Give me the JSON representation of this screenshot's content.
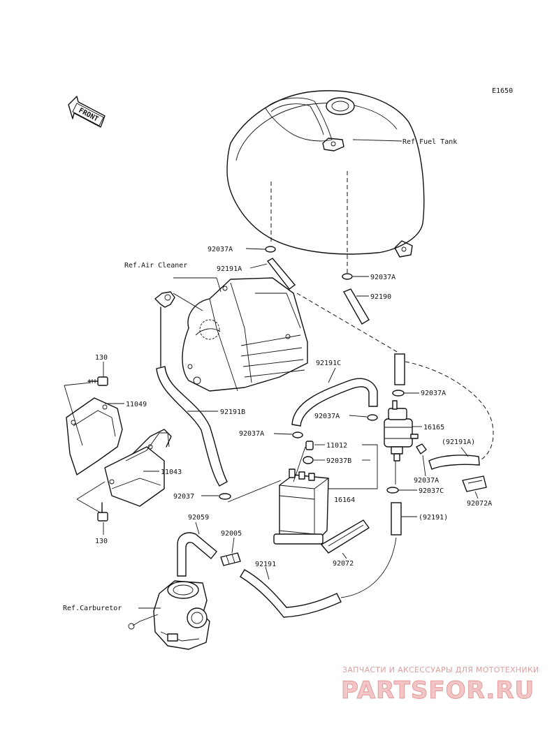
{
  "diagram_code": "E1650",
  "front_label": "FRONT",
  "watermark": {
    "caption": "ЗАПЧАСТИ И АКСЕССУАРЫ ДЛЯ МОТОТЕХНИКИ",
    "brand": "PARTSFOR.RU"
  },
  "labels": {
    "fuel_tank": "Ref.Fuel Tank",
    "air_cleaner": "Ref.Air Cleaner",
    "carburetor": "Ref.Carburetor",
    "p92037a_1": "92037A",
    "p92191a": "92191A",
    "p92037a_2": "92037A",
    "p92190": "92190",
    "p130_top": "130",
    "p11049": "11049",
    "p92191c": "92191C",
    "p92037a_3": "92037A",
    "p16165": "16165",
    "p92037a_4": "92037A",
    "p92191b": "92191B",
    "p92037a_5": "92037A",
    "p11012": "11012",
    "p92037b": "92037B",
    "p92191a_paren": "(92191A)",
    "p11043": "11043",
    "p92037a_6": "92037A",
    "p92037c": "92037C",
    "p92072a": "92072A",
    "p92037": "92037",
    "p16164": "16164",
    "p92059": "92059",
    "p92191_paren": "(92191)",
    "p130_bottom": "130",
    "p92005": "92005",
    "p92072": "92072",
    "p92191": "92191"
  }
}
